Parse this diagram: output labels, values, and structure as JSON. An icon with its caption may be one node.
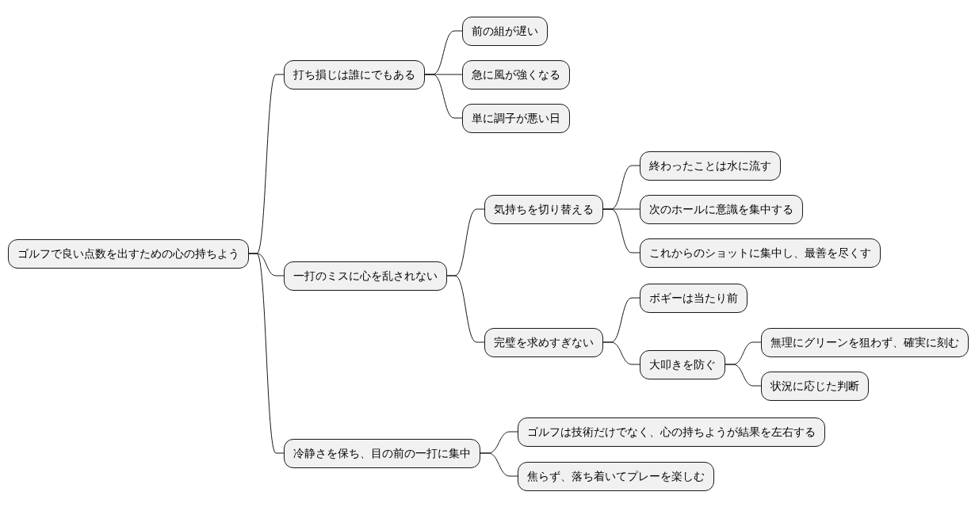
{
  "diagram": {
    "nodes": [
      {
        "text": [
          "ゴルフで良い点数を出すための心の持ちよう"
        ]
      },
      {
        "text": [
          "打ち損じは誰にでもある"
        ]
      },
      {
        "text": [
          "前の組が遅い"
        ]
      },
      {
        "text": [
          "急に風が強くなる"
        ]
      },
      {
        "text": [
          "単に調子が悪い日"
        ]
      },
      {
        "text": [
          "一打のミスに心を乱されない"
        ]
      },
      {
        "text": [
          "気持ちを切り替える"
        ]
      },
      {
        "text": [
          "終わったことは水に流す"
        ]
      },
      {
        "text": [
          "次のホールに意識を集中する"
        ]
      },
      {
        "text": [
          "これからのショットに集中し、最善を尽くす"
        ]
      },
      {
        "text": [
          "完璧を求めすぎない"
        ]
      },
      {
        "text": [
          "ボギーは当たり前"
        ]
      },
      {
        "text": [
          "大叩きを防ぐ"
        ]
      },
      {
        "text": [
          "無理にグリーンを狙わず、確実に刻む"
        ]
      },
      {
        "text": [
          "状況に応じた判断"
        ]
      },
      {
        "text": [
          "冷静さを保ち、目の前の一打に集中"
        ]
      },
      {
        "text": [
          "ゴルフは技術だけでなく、心の持ちようが結果を左右する"
        ]
      },
      {
        "text": [
          "焦らず、落ち着いてプレーを楽しむ"
        ]
      }
    ],
    "edges": [
      {
        "from": 0,
        "to": 1,
        "arrow": "none"
      },
      {
        "from": 1,
        "to": 2,
        "arrow": "none"
      },
      {
        "from": 1,
        "to": 3,
        "arrow": "none"
      },
      {
        "from": 1,
        "to": 4,
        "arrow": "none"
      },
      {
        "from": 0,
        "to": 5,
        "arrow": "none"
      },
      {
        "from": 5,
        "to": 6,
        "arrow": "none"
      },
      {
        "from": 6,
        "to": 7,
        "arrow": "none"
      },
      {
        "from": 6,
        "to": 8,
        "arrow": "none"
      },
      {
        "from": 6,
        "to": 9,
        "arrow": "none"
      },
      {
        "from": 5,
        "to": 10,
        "arrow": "none"
      },
      {
        "from": 10,
        "to": 11,
        "arrow": "none"
      },
      {
        "from": 10,
        "to": 12,
        "arrow": "none"
      },
      {
        "from": 12,
        "to": 13,
        "arrow": "none"
      },
      {
        "from": 12,
        "to": 14,
        "arrow": "none"
      },
      {
        "from": 0,
        "to": 15,
        "arrow": "none"
      },
      {
        "from": 15,
        "to": 16,
        "arrow": "none"
      },
      {
        "from": 15,
        "to": 17,
        "arrow": "none"
      }
    ]
  }
}
